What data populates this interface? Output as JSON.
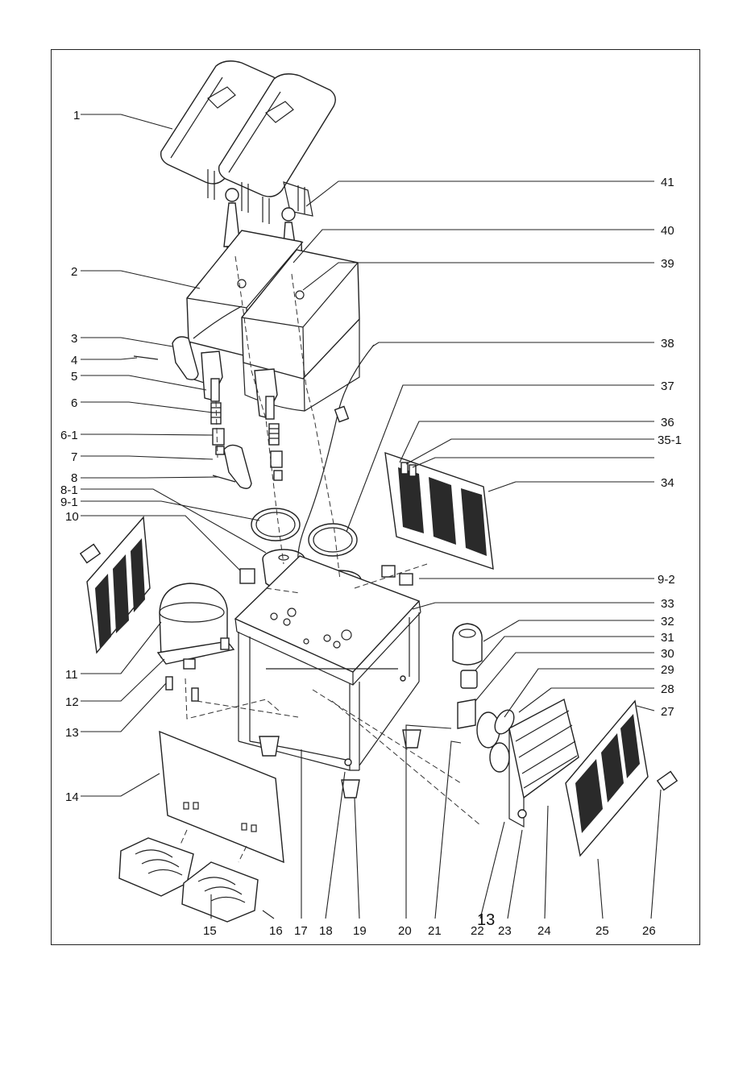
{
  "page_number": "13",
  "part_labels": {
    "p1": "1",
    "p2": "2",
    "p3": "3",
    "p4": "4",
    "p5": "5",
    "p6": "6",
    "p6_1": "6-1",
    "p7": "7",
    "p8": "8",
    "p8_1": "8-1",
    "p9_1": "9-1",
    "p10": "10",
    "p11": "11",
    "p12": "12",
    "p13": "13",
    "p14": "14",
    "p15": "15",
    "p16": "16",
    "p17": "17",
    "p18": "18",
    "p19": "19",
    "p20": "20",
    "p21": "21",
    "p22": "22",
    "p23": "23",
    "p24": "24",
    "p25": "25",
    "p26": "26",
    "p27": "27",
    "p28": "28",
    "p29": "29",
    "p30": "30",
    "p31": "31",
    "p32": "32",
    "p33": "33",
    "p9_2": "9-2",
    "p34": "34",
    "p35_1": "35-1",
    "p36": "36",
    "p37": "37",
    "p38": "38",
    "p39": "39",
    "p40": "40",
    "p41": "41"
  },
  "colors": {
    "line": "#222222",
    "background": "#ffffff"
  }
}
